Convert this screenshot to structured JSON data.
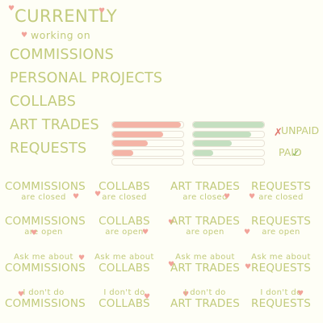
{
  "header": {
    "title": "CURRENTLY",
    "subtitle": "working on"
  },
  "categories": [
    {
      "label": "COMMISSIONS"
    },
    {
      "label": "PERSONAL PROJECTS"
    },
    {
      "label": "COLLABS"
    },
    {
      "label": "ART TRADES"
    },
    {
      "label": "REQUESTS"
    }
  ],
  "progress_bars": {
    "pink_color": "#f4b4a6",
    "green_color": "#c4dfc0",
    "pink": [
      0.97,
      0.72,
      0.5,
      0.3,
      0
    ],
    "green": [
      1.0,
      0.82,
      0.55,
      0.28,
      0
    ]
  },
  "status": {
    "unpaid": "UNPAID",
    "paid": "PAID",
    "unpaid_mark": "✗",
    "paid_mark": "✓",
    "unpaid_mark_color": "#e0786e",
    "paid_mark_color": "#8ab85e"
  },
  "stickers": {
    "closed": [
      {
        "big": "COMMISSIONS",
        "small": "are closed"
      },
      {
        "big": "COLLABS",
        "small": "are closed"
      },
      {
        "big": "ART TRADES",
        "small": "are closed"
      },
      {
        "big": "REQUESTS",
        "small": "are closed"
      }
    ],
    "open": [
      {
        "big": "COMMISSIONS",
        "small": "are open"
      },
      {
        "big": "COLLABS",
        "small": "are open"
      },
      {
        "big": "ART TRADES",
        "small": "are open"
      },
      {
        "big": "REQUESTS",
        "small": "are open"
      }
    ],
    "ask": [
      {
        "small": "Ask me about",
        "big": "COMMISSIONS"
      },
      {
        "small": "Ask me about",
        "big": "COLLABS"
      },
      {
        "small": "Ask me about",
        "big": "ART TRADES"
      },
      {
        "small": "Ask me about",
        "big": "REQUESTS"
      }
    ],
    "dont": [
      {
        "small": "I don't do",
        "big": "COMMISSIONS"
      },
      {
        "small": "I don't do",
        "big": "COLLABS"
      },
      {
        "small": "I don't do",
        "big": "ART TRADES"
      },
      {
        "small": "I don't do",
        "big": "REQUESTS"
      }
    ]
  }
}
